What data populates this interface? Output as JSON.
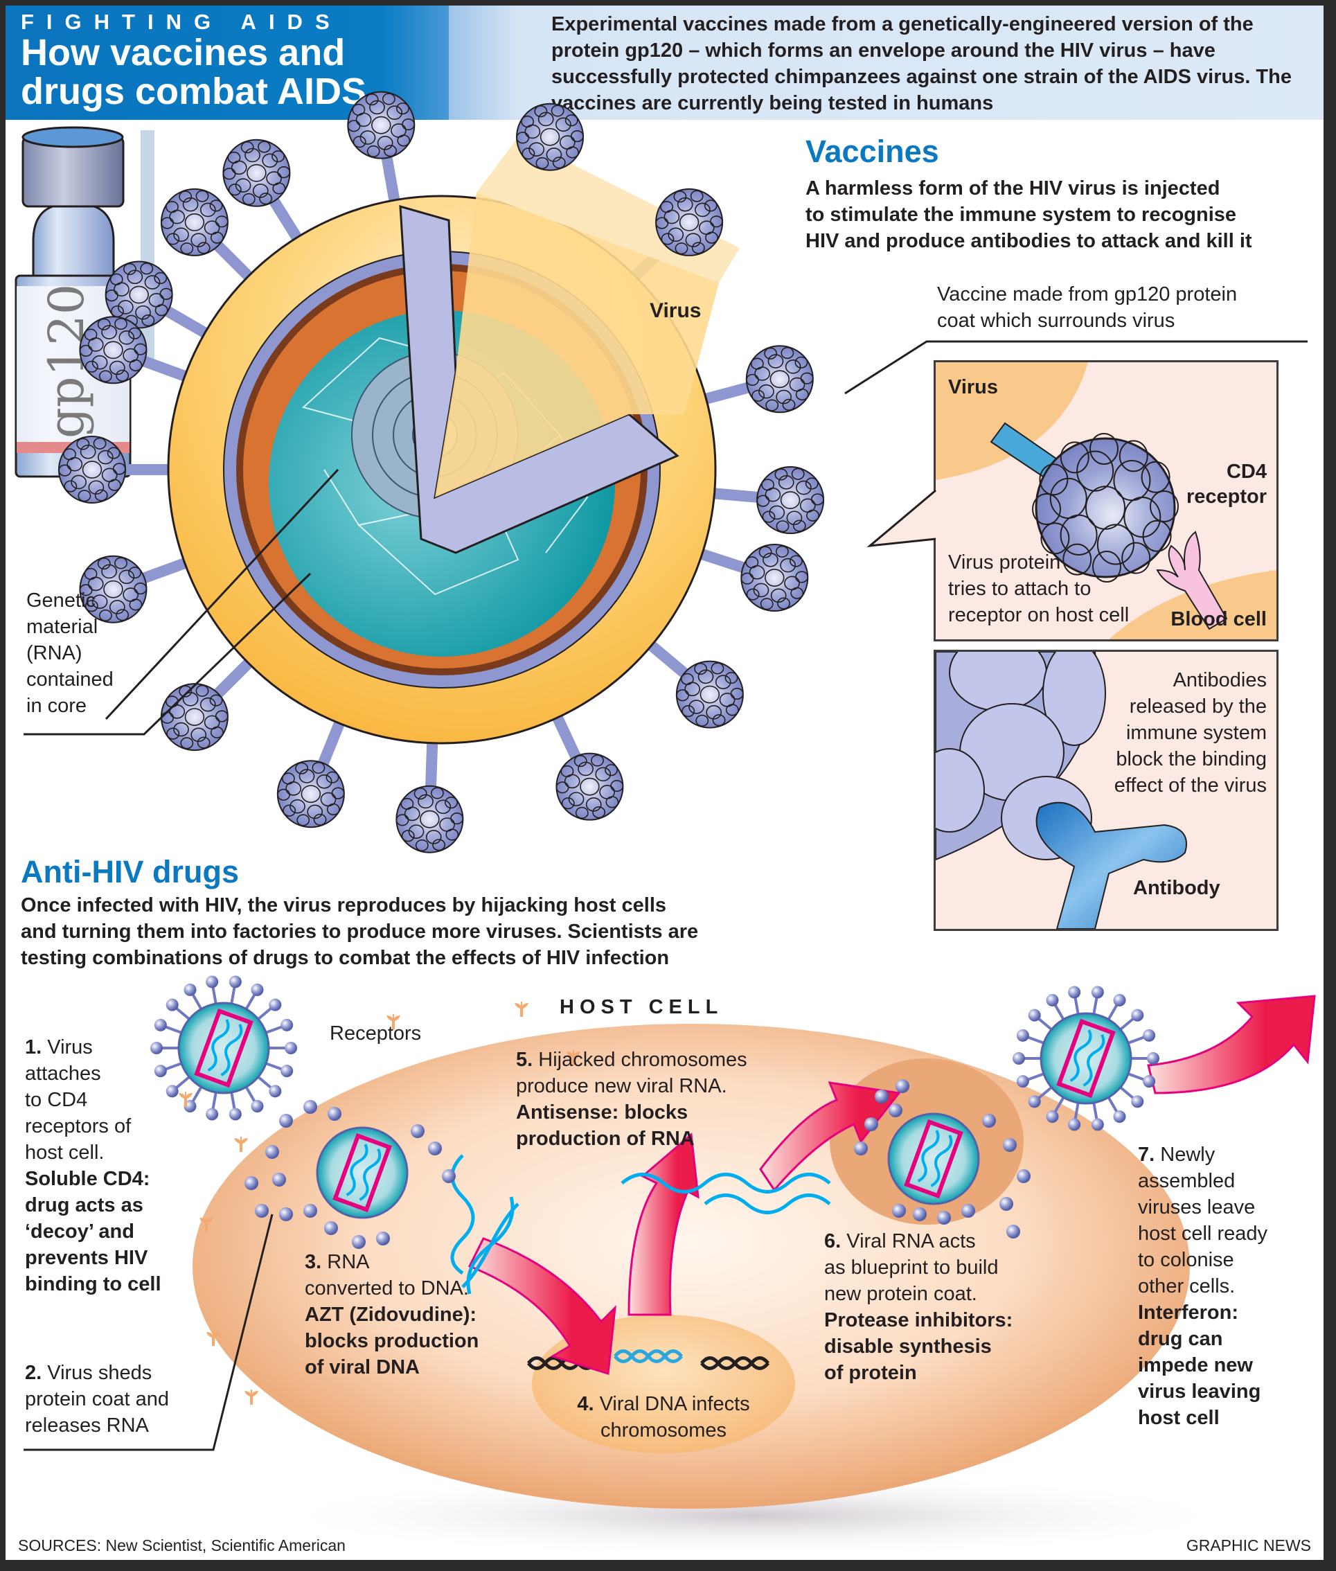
{
  "header": {
    "kicker": "FIGHTING AIDS",
    "title_line1": "How vaccines and",
    "title_line2": "drugs combat AIDS",
    "intro": "Experimental vaccines made from a genetically-engineered version of the protein gp120 – which forms an envelope around the HIV virus – have successfully protected chimpanzees against one strain of the AIDS virus. The vaccines are currently being tested in humans"
  },
  "vial": {
    "label": "gp120"
  },
  "virus_diagram": {
    "virus_label": "Virus",
    "genetic_material_label": [
      "Genetic",
      "material",
      "(RNA)",
      "contained",
      "in core"
    ],
    "vaccine_callout": [
      "Vaccine made from gp120 protein",
      "coat which surrounds virus"
    ]
  },
  "vaccines": {
    "heading": "Vaccines",
    "body": [
      "A harmless form of the HIV virus is injected",
      "to stimulate the immune system to recognise",
      "HIV and produce antibodies to attack and kill it"
    ]
  },
  "panel_attach": {
    "virus_label": "Virus",
    "receptor_label": [
      "CD4",
      "receptor"
    ],
    "caption": [
      "Virus protein",
      "tries to attach to",
      "receptor on host cell"
    ],
    "blood_cell_label": "Blood cell"
  },
  "panel_antibody": {
    "caption": [
      "Antibodies",
      "released by the",
      "immune system",
      "block the binding",
      "effect of the virus"
    ],
    "antibody_label": "Antibody"
  },
  "drugs": {
    "heading": "Anti-HIV drugs",
    "body": [
      "Once infected with HIV, the virus reproduces by hijacking host cells",
      "and turning them into factories to produce more viruses. Scientists are",
      "testing combinations of drugs to combat the effects of HIV infection"
    ]
  },
  "host_cell": {
    "title": "HOST CELL",
    "receptors_label": "Receptors"
  },
  "steps": [
    {
      "num": "1.",
      "text": [
        "Virus",
        "attaches",
        "to CD4",
        "receptors of",
        "host cell."
      ],
      "drug": [
        "Soluble CD4:",
        "drug acts as",
        "‘decoy’ and",
        "prevents HIV",
        "binding to cell"
      ]
    },
    {
      "num": "2.",
      "text": [
        "Virus sheds",
        "protein coat and",
        "releases RNA"
      ],
      "drug": []
    },
    {
      "num": "3.",
      "text": [
        "RNA",
        "converted to DNA."
      ],
      "drug": [
        "AZT (Zidovudine):",
        "blocks production",
        "of viral DNA"
      ]
    },
    {
      "num": "4.",
      "text": [
        "Viral DNA infects",
        "chromosomes"
      ],
      "drug": []
    },
    {
      "num": "5.",
      "text": [
        "Hijacked chromosomes",
        "produce new viral RNA."
      ],
      "drug": [
        "Antisense: blocks",
        "production of RNA"
      ]
    },
    {
      "num": "6.",
      "text": [
        "Viral RNA acts",
        "as blueprint to build",
        "new protein coat."
      ],
      "drug": [
        "Protease inhibitors:",
        "disable synthesis",
        "of protein"
      ]
    },
    {
      "num": "7.",
      "text": [
        "Newly",
        "assembled",
        "viruses leave",
        "host cell ready",
        "to colonise",
        "other cells."
      ],
      "drug": [
        "Interferon:",
        "drug can",
        "impede new",
        "virus leaving",
        "host cell"
      ]
    }
  ],
  "footer": {
    "sources": "SOURCES: New Scientist, Scientific American",
    "credit": "GRAPHIC NEWS"
  },
  "colors": {
    "brand_blue": "#0a79c2",
    "virus_envelope": "#fbbd4a",
    "protein_knob": "#8e97cf",
    "core_teal": "#1ba8b5",
    "arrow_red": "#ec1c4a",
    "host_cell": "#f1b587"
  }
}
